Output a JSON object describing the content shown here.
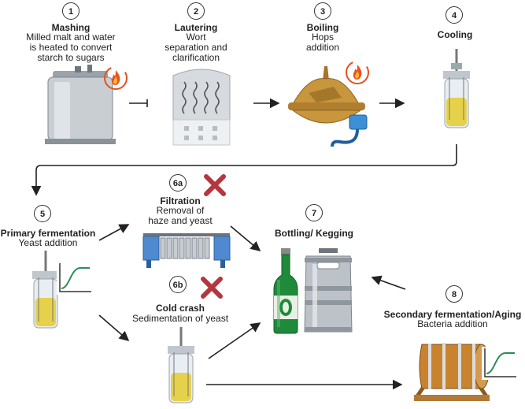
{
  "steps": [
    {
      "num": "1",
      "title": "Mashing",
      "desc": [
        "Milled malt and water",
        "is heated to convert",
        "starch to sugars"
      ]
    },
    {
      "num": "2",
      "title": "Lautering",
      "desc": [
        "Wort",
        "separation and",
        "clarification"
      ]
    },
    {
      "num": "3",
      "title": "Boiling",
      "desc": [
        "Hops",
        "addition"
      ]
    },
    {
      "num": "4",
      "title": "Cooling",
      "desc": []
    },
    {
      "num": "5",
      "title": "Primary fermentation",
      "desc": [
        "Yeast addition"
      ]
    },
    {
      "num": "6a",
      "title": "Filtration",
      "desc": [
        "Removal of",
        "haze and yeast"
      ]
    },
    {
      "num": "6b",
      "title": "Cold crash",
      "desc": [
        "Sedimentation of yeast"
      ]
    },
    {
      "num": "7",
      "title": "Bottling/ Kegging",
      "desc": []
    },
    {
      "num": "8",
      "title": "Secondary fermentation/Aging",
      "desc": [
        "Bacteria addition"
      ]
    }
  ],
  "colors": {
    "arrow": "#222222",
    "cross": "#b5363f",
    "flame": "#e8501f",
    "beer": "#e6d24a",
    "bottle": "#1e8a3a",
    "kettle": "#c8963c",
    "barrel": "#c9832e",
    "filter": "#4f8ad0"
  },
  "icons": [
    "mash-tun-icon",
    "lauter-tun-icon",
    "boil-kettle-icon",
    "bioreactor-icon",
    "filter-press-icon",
    "beer-bottle-icon",
    "keg-icon",
    "barrel-icon",
    "flame-icon",
    "cross-icon",
    "growth-curve-icon"
  ]
}
